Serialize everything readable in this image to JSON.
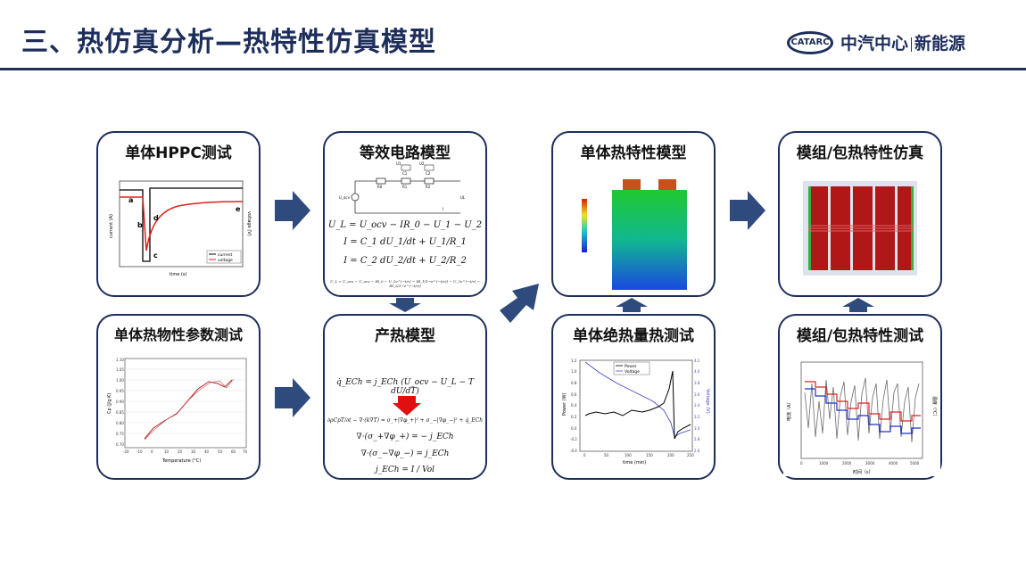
{
  "header": {
    "title": "三、热仿真分析—热特性仿真模型",
    "logo_mark": "CATARC",
    "logo_org": "中汽中心",
    "logo_division": "新能源"
  },
  "cards": {
    "hppc": {
      "title": "单体HPPC测试",
      "xlabel": "time (s)",
      "ylabel_left": "current (A)",
      "ylabel_right": "voltage (V)",
      "legend": [
        "current",
        "voltage"
      ],
      "points": [
        "a",
        "b",
        "c",
        "d",
        "e"
      ]
    },
    "circuit": {
      "title": "等效电路模型",
      "labels": [
        "U_ocv",
        "R0",
        "R1",
        "R2",
        "C1",
        "C2",
        "U1",
        "U2",
        "UL",
        "I"
      ],
      "equations": [
        "U_L = U_ocv − IR_0 − U_1 − U_2",
        "I = C_1 dU_1/dt + U_1/R_1",
        "I = C_2 dU_2/dt + U_2/R_2",
        "U_L = U_ocv − U_ocv − IR_0 − U_1e^(−t/τ) − IR_1(1−e^(−t/τ)) − U_2e^(−t/τ) − IR_2(1−e^(−t/τ))"
      ]
    },
    "cell_thermal": {
      "title": "单体热特性模型"
    },
    "module_sim": {
      "title": "模组/包热特性仿真"
    },
    "thermophysical": {
      "title": "单体热物性参数测试",
      "xlabel": "Temperature (°C)",
      "ylabel": "Cp (J/g·K)",
      "xticks": [
        "-20",
        "-10",
        "0",
        "10",
        "20",
        "30",
        "40",
        "50",
        "60",
        "70"
      ],
      "yticks": [
        "0.70",
        "0.75",
        "0.80",
        "0.85",
        "0.90",
        "0.95",
        "1.00",
        "1.05",
        "1.10"
      ]
    },
    "heat_gen": {
      "title": "产热模型",
      "equations": [
        "q̇_ECh = j_ECh (U_ocv − U_L − T dU/dT)",
        "∂ρCpT/∂t − ∇·(k∇T) = σ_+|∇φ_+|² + σ_−|∇φ_−|² + q̇_ECh",
        "∇·(σ_+∇φ_+) = − j_ECh",
        "∇·(σ_−∇φ_−) = j_ECh",
        "j_ECh = I / Vol"
      ]
    },
    "adiabatic": {
      "title": "单体绝热量热测试",
      "xlabel": "time (min)",
      "ylabel_left": "Power (W)",
      "ylabel_right": "Voltage (V)",
      "legend": [
        "Power",
        "Voltage"
      ],
      "xticks": [
        "0",
        "50",
        "100",
        "150",
        "200",
        "250"
      ],
      "yticks_left": [
        "-0.4",
        "-0.2",
        "0.0",
        "0.2",
        "0.4",
        "0.6",
        "0.8",
        "1.0",
        "1.2"
      ],
      "yticks_right": [
        "2.6",
        "2.8",
        "3.0",
        "3.2",
        "3.4",
        "3.6",
        "3.8",
        "4.0",
        "4.2"
      ]
    },
    "module_test": {
      "title": "模组/包热特性测试",
      "xlabel": "时间（s）",
      "ylabel_left": "电流（A）",
      "ylabel_right": "温度（℃）",
      "xticks": [
        "0",
        "1000",
        "2000",
        "3000",
        "4000",
        "5000"
      ]
    }
  },
  "colors": {
    "navy": "#1d2e5c",
    "arrow": "#2f4a7c",
    "red": "#c00000",
    "blue": "#3a3aa8"
  }
}
